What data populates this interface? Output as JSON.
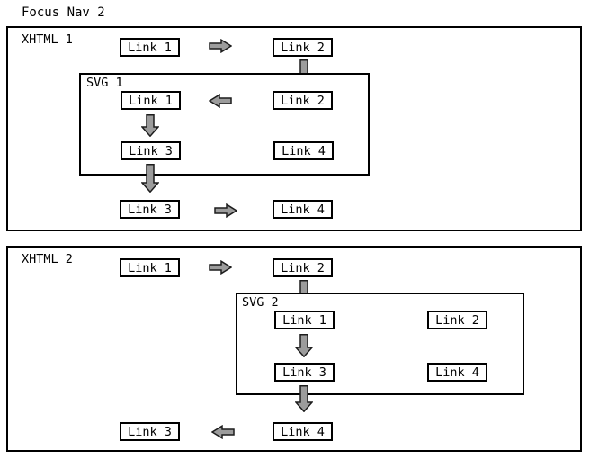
{
  "title": "Focus Nav 2",
  "panel1": {
    "label": "XHTML 1",
    "link1": "Link 1",
    "link2": "Link 2",
    "link3": "Link 3",
    "link4": "Link 4",
    "svg": {
      "label": "SVG 1",
      "link1": "Link 1",
      "link2": "Link 2",
      "link3": "Link 3",
      "link4": "Link 4"
    }
  },
  "panel2": {
    "label": "XHTML 2",
    "link1": "Link 1",
    "link2": "Link 2",
    "link3": "Link 3",
    "link4": "Link 4",
    "svg": {
      "label": "SVG 2",
      "link1": "Link 1",
      "link2": "Link 2",
      "link3": "Link 3",
      "link4": "Link 4"
    }
  },
  "icons": {
    "right_arrow": "arrow-right-icon",
    "left_arrow": "arrow-left-icon",
    "down_arrow": "arrow-down-icon"
  },
  "colors": {
    "arrow_fill": "#9c9c9c",
    "arrow_stroke": "#1c1c1c",
    "box_border": "#000000",
    "background": "#ffffff"
  }
}
